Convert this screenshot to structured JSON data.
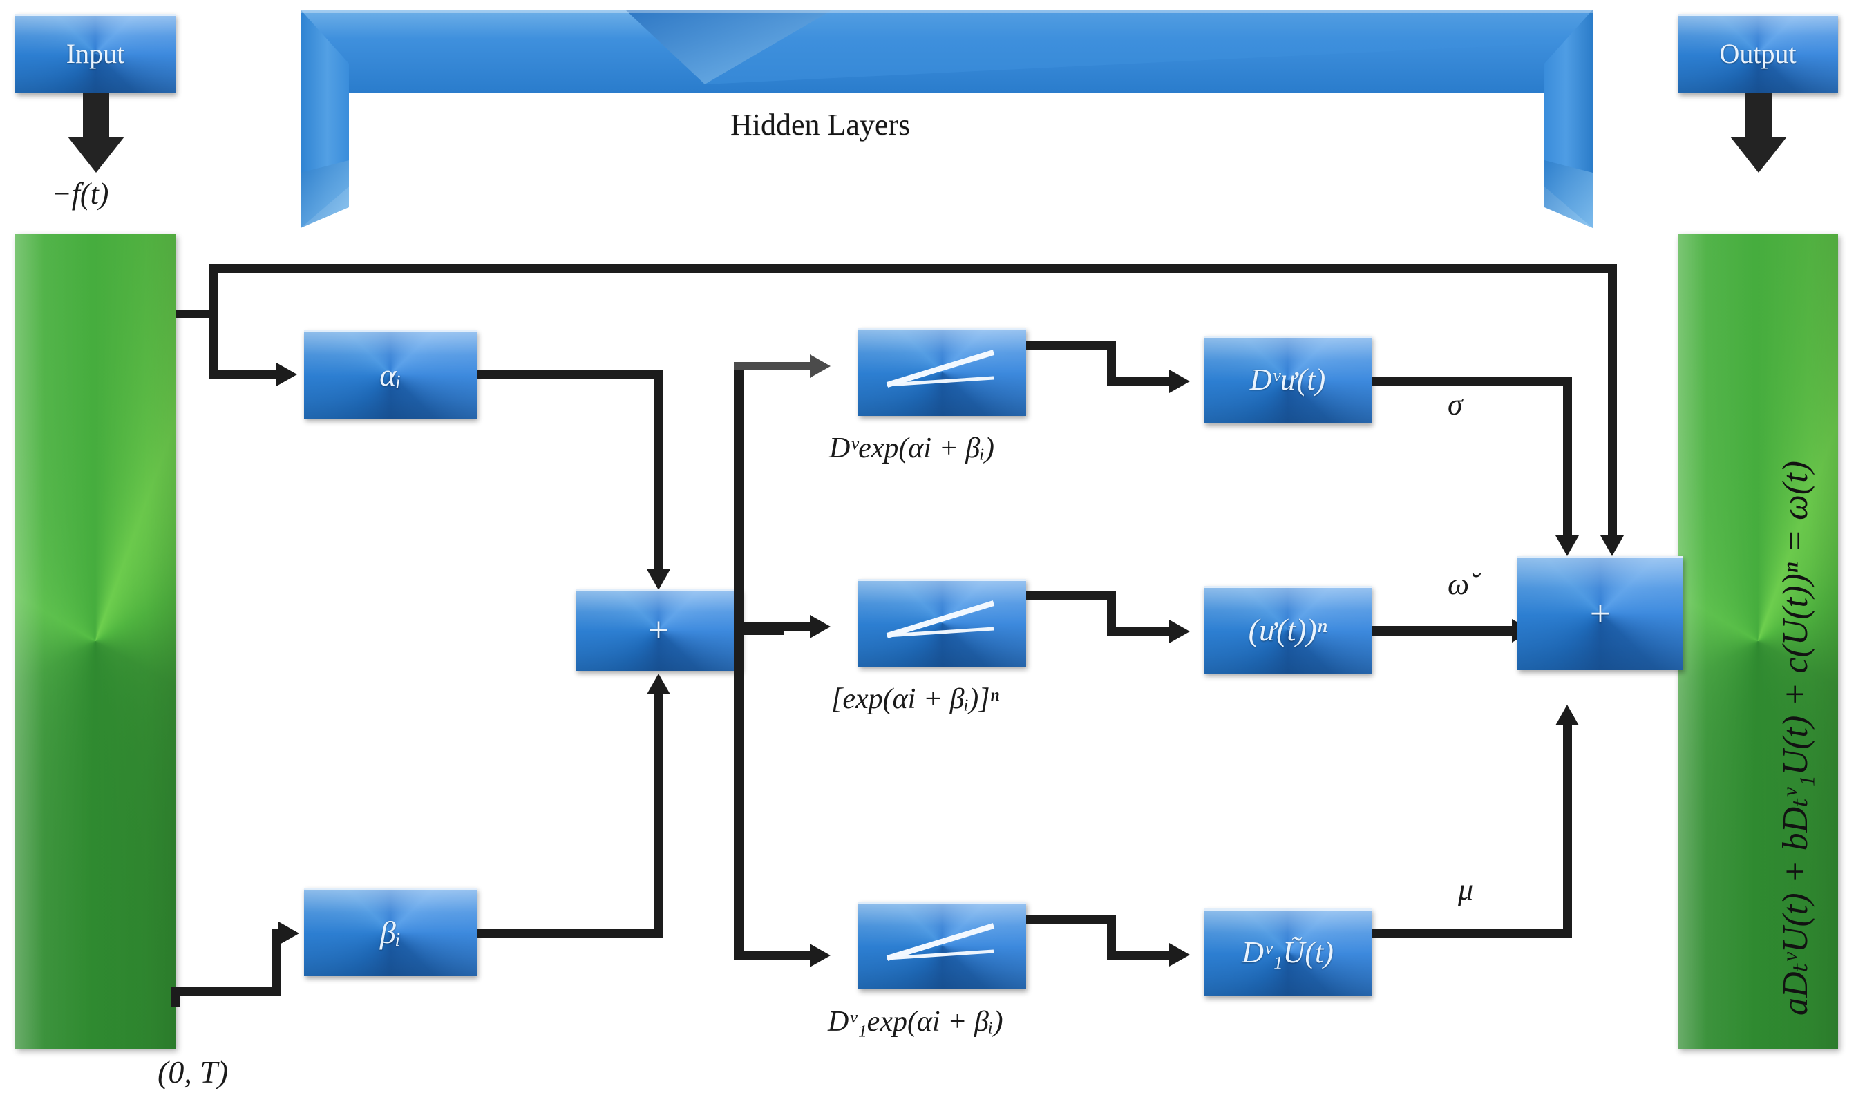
{
  "diagram": {
    "title": "Fractional neural network architecture block diagram",
    "colors": {
      "box_blue": "#1f6fc4",
      "box_blue_light": "#4f9ae8",
      "bar_green": "#46ad3e",
      "bar_green_light": "#6fd14f",
      "connector": "#1c1c1c",
      "connector_grey": "#4b4b4b",
      "box_text": "#e9f3fd",
      "page_text": "#1a1a1a",
      "background": "#ffffff"
    }
  },
  "input": {
    "box_label": "Input",
    "arrow_name": "input-down-arrow",
    "edge_label": "−f(t)",
    "domain_label": "(0, T)"
  },
  "output": {
    "box_label": "Output",
    "arrow_name": "output-down-arrow"
  },
  "hidden_layers": {
    "label": "Hidden Layers"
  },
  "params": [
    {
      "name": "alpha-box",
      "label": "αᵢ"
    },
    {
      "name": "beta-box",
      "label": "βᵢ"
    }
  ],
  "sum_boxes": [
    {
      "name": "inner-sum-box",
      "label": "+"
    },
    {
      "name": "output-sum-box",
      "label": "+"
    }
  ],
  "rows": [
    {
      "name": "row-sigma",
      "activation_caption": "Dᵛexp(αi + βᵢ)",
      "result_label": "Dᵛư(t)",
      "edge_label": "σ"
    },
    {
      "name": "row-omega-breve",
      "activation_caption": "[exp(αi + βᵢ)]ⁿ",
      "result_label": "(ư(t))ⁿ",
      "edge_label": "ω̆"
    },
    {
      "name": "row-mu",
      "activation_caption": "Dᵛ₁exp(αi + βᵢ)",
      "result_label": "Dᵛ₁Ũ(t)",
      "edge_label": "μ"
    }
  ],
  "output_equation": {
    "text": "aDₜᵛU(t) + bDₜᵛ₁U(t) + c(U(t))ⁿ = ω(t)",
    "orientation": "rotated-90-ccw"
  }
}
